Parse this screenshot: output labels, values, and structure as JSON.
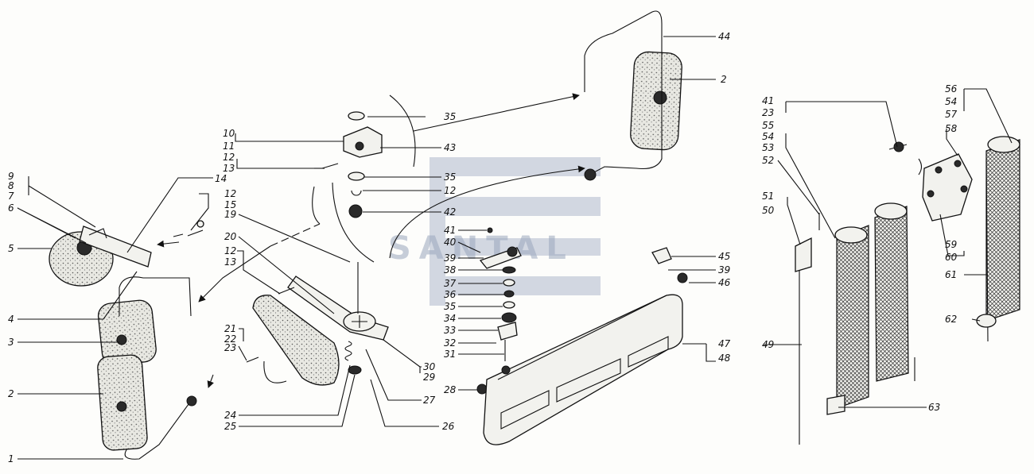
{
  "watermark": {
    "text": "SANTAL",
    "color": "#9aa6bd"
  },
  "labels": {
    "l1": "1",
    "l2": "2",
    "l2b": "2",
    "l3": "3",
    "l4": "4",
    "l5": "5",
    "l6": "6",
    "l7": "7",
    "l8": "8",
    "l9": "9",
    "l10": "10",
    "l11": "11",
    "l12a": "12",
    "l13a": "13",
    "l14": "14",
    "l12b": "12",
    "l15": "15",
    "l19": "19",
    "l20": "20",
    "l12c": "12",
    "l13b": "13",
    "l21": "21",
    "l22": "22",
    "l23a": "23",
    "l24": "24",
    "l25": "25",
    "l26": "26",
    "l27": "27",
    "l29": "29",
    "l30": "30",
    "l35a": "35",
    "l43": "43",
    "l35b": "35",
    "l12d": "12",
    "l42": "42",
    "l41a": "41",
    "l40": "40",
    "l39a": "39",
    "l38": "38",
    "l37": "37",
    "l36": "36",
    "l35c": "35",
    "l34": "34",
    "l33": "33",
    "l32": "32",
    "l31": "31",
    "l28": "28",
    "l44": "44",
    "l45": "45",
    "l39b": "39",
    "l46": "46",
    "l47": "47",
    "l48": "48",
    "l41b": "41",
    "l23b": "23",
    "l55": "55",
    "l54a": "54",
    "l53": "53",
    "l52": "52",
    "l51": "51",
    "l50": "50",
    "l49": "49",
    "l56": "56",
    "l54b": "54",
    "l57": "57",
    "l58": "58",
    "l59": "59",
    "l60": "60",
    "l61": "61",
    "l62": "62",
    "l63": "63"
  }
}
